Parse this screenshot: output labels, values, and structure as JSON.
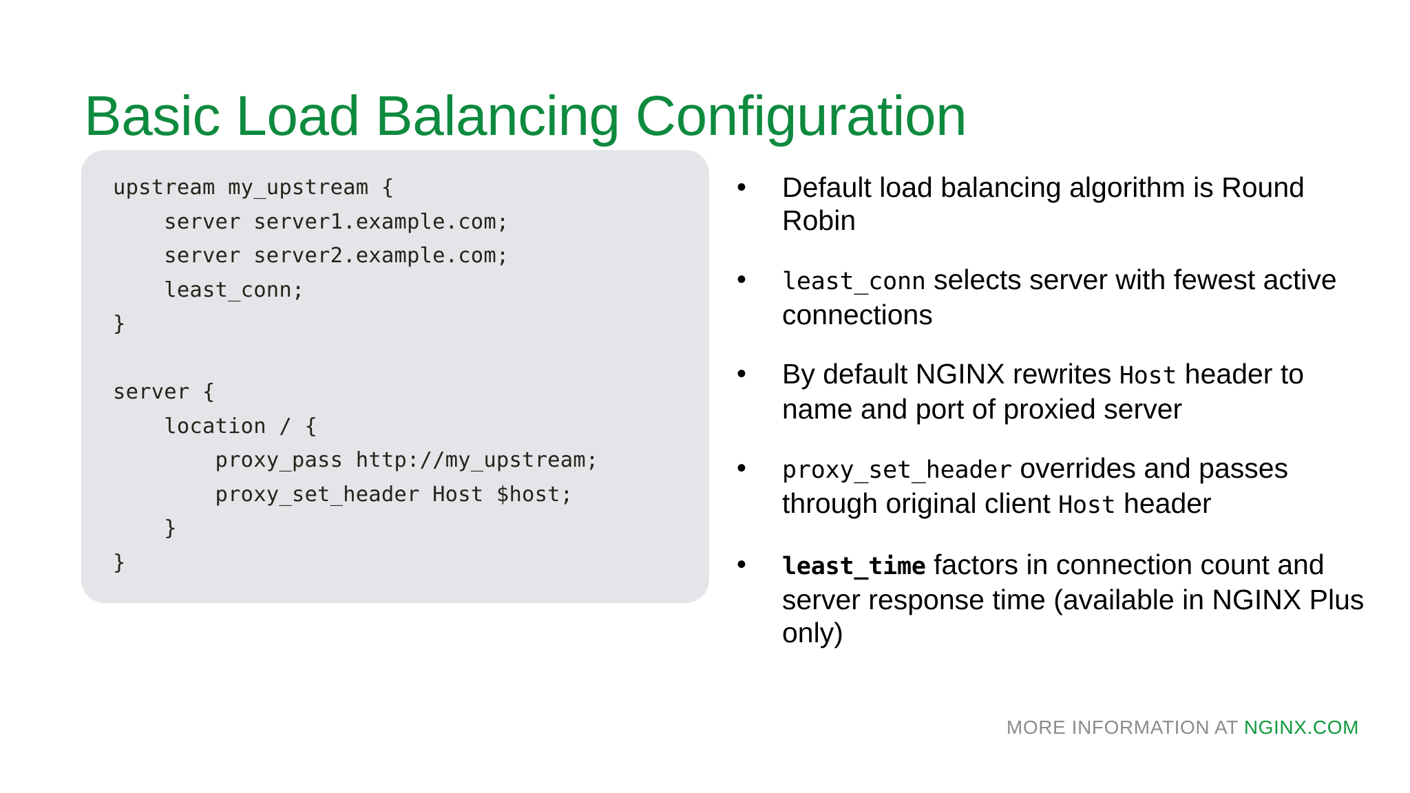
{
  "slide": {
    "title": "Basic Load Balancing Configuration",
    "title_color": "#0E8A3F",
    "background_color": "#FFFFFF"
  },
  "code_panel": {
    "background_color": "#E4E5E8",
    "text_color": "#22251A",
    "language": "nginx",
    "lines": [
      "upstream my_upstream {",
      "    server server1.example.com;",
      "    server server2.example.com;",
      "    least_conn;",
      "}",
      "",
      "server {",
      "    location / {",
      "        proxy_pass http://my_upstream;",
      "        proxy_set_header Host $host;",
      "    }",
      "}"
    ]
  },
  "bullets": {
    "marker": "•",
    "items": [
      {
        "id": "round-robin",
        "segments": [
          {
            "style": "normal",
            "text": "Default load balancing algorithm is Round Robin"
          }
        ]
      },
      {
        "id": "least-conn",
        "segments": [
          {
            "style": "mono",
            "text": "least_conn"
          },
          {
            "style": "normal",
            "text": " selects server with fewest active connections"
          }
        ]
      },
      {
        "id": "host-header-rewrite",
        "segments": [
          {
            "style": "normal",
            "text": "By default NGINX rewrites "
          },
          {
            "style": "mono",
            "text": "Host"
          },
          {
            "style": "normal",
            "text": " header to name and port of proxied server"
          }
        ]
      },
      {
        "id": "proxy-set-header",
        "segments": [
          {
            "style": "mono",
            "text": "proxy_set_header"
          },
          {
            "style": "normal",
            "text": " overrides and passes through original client "
          },
          {
            "style": "mono",
            "text": "Host"
          },
          {
            "style": "normal",
            "text": " header"
          }
        ]
      },
      {
        "id": "least-time",
        "segments": [
          {
            "style": "mono-bold",
            "text": "least_time"
          },
          {
            "style": "normal",
            "text": " factors in connection count and server response time (available in NGINX Plus only)"
          }
        ]
      }
    ]
  },
  "footer": {
    "lead": "MORE INFORMATION AT ",
    "domain": "NGINX.COM",
    "lead_color": "#8C8C8C",
    "domain_color": "#0E9A3D"
  }
}
